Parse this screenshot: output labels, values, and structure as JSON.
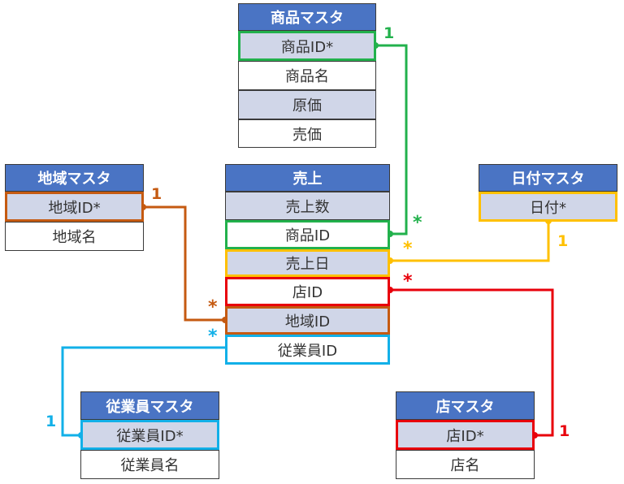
{
  "colors": {
    "header": "#4a74c4",
    "row_shaded": "#d0d6e8",
    "green": "#22b14c",
    "orange": "#c55a11",
    "yellow": "#ffc000",
    "red": "#e8000b",
    "cyan": "#12b0e8"
  },
  "tables": {
    "product": {
      "title": "商品マスタ",
      "rows": [
        "商品ID*",
        "商品名",
        "原価",
        "売価"
      ]
    },
    "region": {
      "title": "地域マスタ",
      "rows": [
        "地域ID*",
        "地域名"
      ]
    },
    "sales": {
      "title": "売上",
      "rows": [
        "売上数",
        "商品ID",
        "売上日",
        "店ID",
        "地域ID",
        "従業員ID"
      ]
    },
    "date": {
      "title": "日付マスタ",
      "rows": [
        "日付*"
      ]
    },
    "employee": {
      "title": "従業員マスタ",
      "rows": [
        "従業員ID*",
        "従業員名"
      ]
    },
    "store": {
      "title": "店マスタ",
      "rows": [
        "店ID*",
        "店名"
      ]
    }
  },
  "relationships": [
    {
      "from": "商品マスタ.商品ID*",
      "to": "売上.商品ID",
      "one": "1",
      "many": "*",
      "color": "green"
    },
    {
      "from": "地域マスタ.地域ID*",
      "to": "売上.地域ID",
      "one": "1",
      "many": "*",
      "color": "orange"
    },
    {
      "from": "日付マスタ.日付*",
      "to": "売上.売上日",
      "one": "1",
      "many": "*",
      "color": "yellow"
    },
    {
      "from": "店マスタ.店ID*",
      "to": "売上.店ID",
      "one": "1",
      "many": "*",
      "color": "red"
    },
    {
      "from": "従業員マスタ.従業員ID*",
      "to": "売上.従業員ID",
      "one": "1",
      "many": "*",
      "color": "cyan"
    }
  ]
}
